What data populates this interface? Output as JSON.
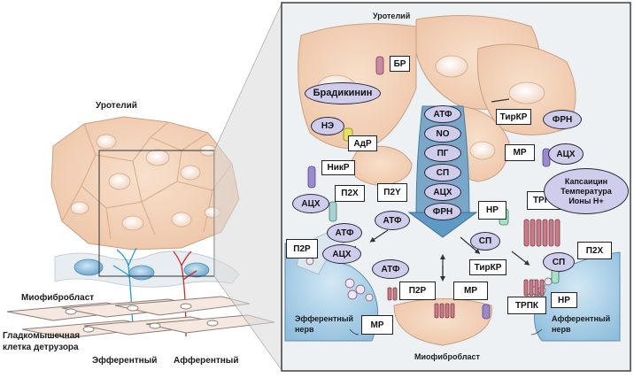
{
  "left_panel": {
    "urothelium_label": "Уротелий",
    "myofibroblast_label": "Миофибробласт",
    "smooth_muscle_label_line1": "Гладкомышечная",
    "smooth_muscle_label_line2": "клетка детрузора",
    "efferent_label": "Эфферентный",
    "afferent_label": "Афферентный"
  },
  "right_panel": {
    "urothelium_label": "Уротелий",
    "myofibroblast_label": "Миофибробласт",
    "efferent_nerve_line1": "Эфферентный",
    "efferent_nerve_line2": "нерв",
    "afferent_nerve_line1": "Афферентный",
    "afferent_nerve_line2": "нерв"
  },
  "boxes": {
    "br": "БР",
    "adr": "АдР",
    "nikr": "НикР",
    "p2x_left": "П2X",
    "p2y": "П2Y",
    "tirkr_top": "ТирКР",
    "mr_right": "МР",
    "nr_center": "НР",
    "trpk_right": "ТРПК",
    "p2x_right": "П2X",
    "p2r_left": "П2Р",
    "p2r_center": "П2Р",
    "mr_center": "МР",
    "tirkr_bottom": "ТирКР",
    "trpk_bottom": "ТРПК",
    "nr_bottom": "НР",
    "mr_bottom": "МР"
  },
  "ovals": {
    "bradykinin": "Брадикинин",
    "ne": "НЭ",
    "ach_left": "АЦХ",
    "atp_mid": "АТФ",
    "atp_left": "АТФ",
    "ach_left2": "АЦХ",
    "atp_bottom": "АТФ",
    "stack_atf": "АТФ",
    "stack_no": "NO",
    "stack_pg": "ПГ",
    "stack_sp": "СП",
    "stack_ach": "АЦХ",
    "stack_frn": "ФРН",
    "frn_right": "ФРН",
    "ach_right": "АЦХ",
    "stimuli_line1": "Капсаицин",
    "stimuli_line2": "Температура",
    "stimuli_line3": "Ионы Н+",
    "sp_mid": "СП",
    "sp_right": "СП"
  },
  "colors": {
    "cell_fill": "#f2d2b8",
    "cell_edge": "#c9a083",
    "oval_fill": "#cfcdeb",
    "nerve_blue": "#a9cfe6",
    "receptor_pink": "#c97b87",
    "efferent_line": "#2a9bc8",
    "afferent_line": "#c7302f"
  }
}
